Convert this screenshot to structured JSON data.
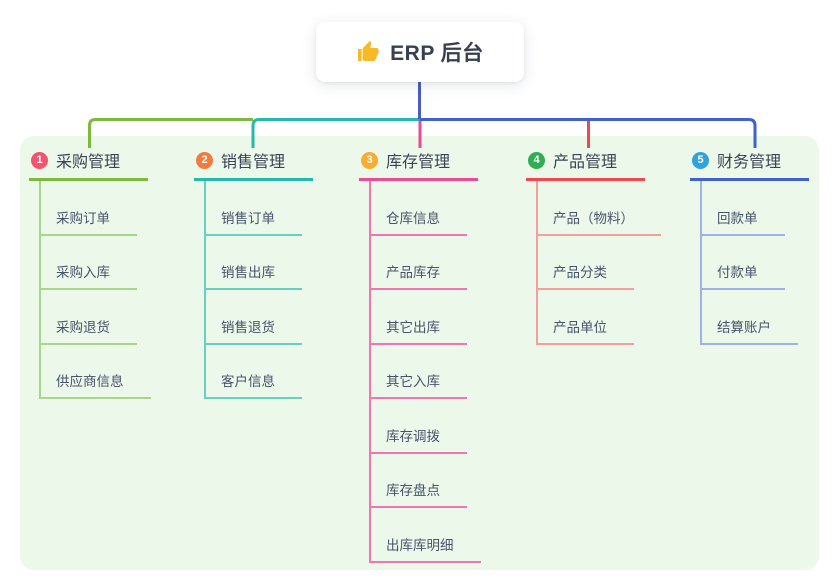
{
  "root": {
    "icon_name": "thumbs-up",
    "title": "ERP 后台"
  },
  "branches": [
    {
      "num": "1",
      "title": "采购管理",
      "children": [
        "采购订单",
        "采购入库",
        "采购退货",
        "供应商信息"
      ]
    },
    {
      "num": "2",
      "title": "销售管理",
      "children": [
        "销售订单",
        "销售出库",
        "销售退货",
        "客户信息"
      ]
    },
    {
      "num": "3",
      "title": "库存管理",
      "children": [
        "仓库信息",
        "产品库存",
        "其它出库",
        "其它入库",
        "库存调拨",
        "库存盘点",
        "出库库明细"
      ]
    },
    {
      "num": "4",
      "title": "产品管理",
      "children": [
        "产品（物料）",
        "产品分类",
        "产品单位"
      ]
    },
    {
      "num": "5",
      "title": "财务管理",
      "children": [
        "回款单",
        "付款单",
        "结算账户"
      ]
    }
  ],
  "colors": {
    "b1": "#7cb93d",
    "b1l": "#a9d687",
    "b2": "#25b8ac",
    "b2l": "#66d0c2",
    "b3": "#ec4a97",
    "b3l": "#f075b1",
    "b4": "#f2474d",
    "b4l": "#f79da0",
    "b5": "#4161d2",
    "b5l": "#9fb1e8",
    "badge1": "#f4536e",
    "badge2": "#f47b3d",
    "badge3": "#f9ac33",
    "badge4": "#2fae54",
    "badge5": "#30a2dd",
    "stem": "#4a5cc5",
    "panel_bg": "#ecf8ea",
    "thumb": "#f7b928"
  }
}
